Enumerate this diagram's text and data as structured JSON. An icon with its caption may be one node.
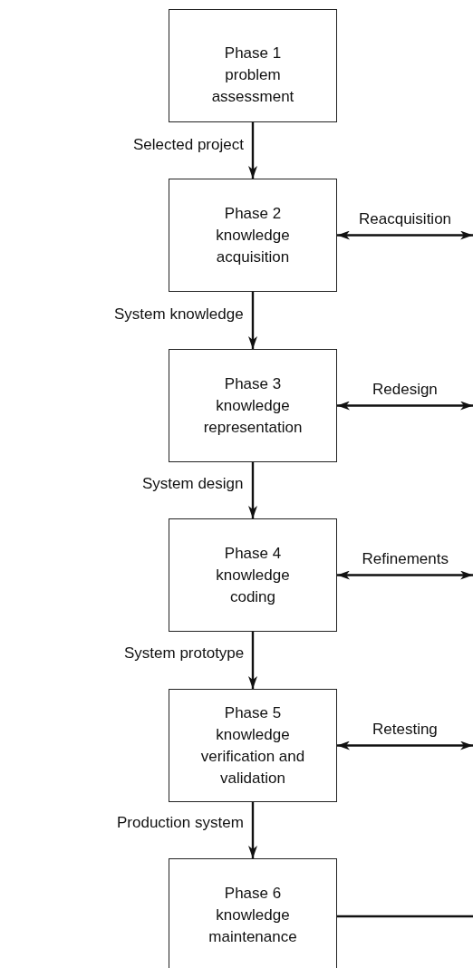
{
  "diagram": {
    "nodes": [
      {
        "text": [
          "Phase 1 problem assessment"
        ]
      },
      {
        "text": [
          "Phase 2 knowledge acquisition"
        ]
      },
      {
        "text": [
          "Phase 3 knowledge representation"
        ]
      },
      {
        "text": [
          "Phase 4 knowledge coding"
        ]
      },
      {
        "text": [
          "Phase 5 knowledge verification and validation"
        ]
      },
      {
        "text": [
          "Phase 6 knowledge maintenance"
        ]
      }
    ],
    "edges": [
      {
        "from": 0,
        "to": 1,
        "arrow": "to",
        "label": "Selected project"
      },
      {
        "from": 1,
        "to": 2,
        "arrow": "to",
        "label": "System knowledge"
      },
      {
        "from": 2,
        "to": 3,
        "arrow": "to",
        "label": "System design"
      },
      {
        "from": 3,
        "to": 4,
        "arrow": "to",
        "label": "System prototype"
      },
      {
        "from": 4,
        "to": 5,
        "arrow": "to",
        "label": "Production system"
      },
      {
        "from": 1,
        "to": null,
        "arrow": "both",
        "label": "Reacquisition"
      },
      {
        "from": 2,
        "to": null,
        "arrow": "both",
        "label": "Redesign"
      },
      {
        "from": 3,
        "to": null,
        "arrow": "both",
        "label": "Refinements"
      },
      {
        "from": 4,
        "to": null,
        "arrow": "both",
        "label": "Retesting"
      },
      {
        "from": 5,
        "to": null,
        "arrow": "none"
      }
    ]
  }
}
